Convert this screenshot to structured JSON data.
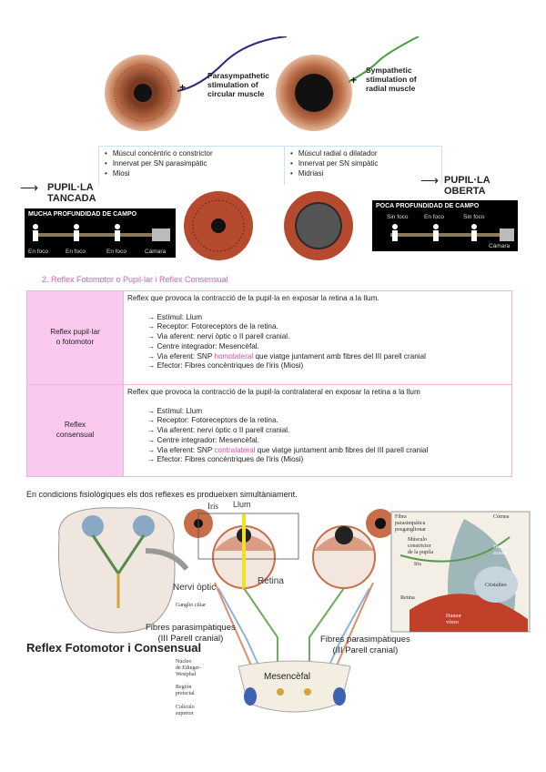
{
  "top": {
    "parasym_label": [
      "Parasympathetic",
      "stimulation of",
      "circular muscle"
    ],
    "sym_label": [
      "Sympathetic",
      "stimulation of",
      "radial muscle"
    ],
    "left_box": [
      "Múscul concèntric o constrictor",
      "Innervat per SN parasimpàtic",
      "Miosi"
    ],
    "right_box": [
      "Múscul radial o dilatador",
      "Innervat per SN simpàtic",
      "Midriasi"
    ]
  },
  "pupils": {
    "closed": [
      "PUPIL·LA",
      "TANCADA"
    ],
    "open": [
      "PUPIL·LA",
      "OBERTA"
    ],
    "closed_dof": {
      "title": "MUCHA PROFUNDIDAD DE CAMPO",
      "labels": [
        "En foco",
        "En foco",
        "En foco",
        "Cámara"
      ]
    },
    "open_dof": {
      "title": "POCA PROFUNDIDAD DE CAMPO",
      "labels": [
        "Sin foco",
        "En foco",
        "Sin foco",
        "Cámara"
      ]
    }
  },
  "section": {
    "title": "2.   Reflex Fotomotor o Pupil·lar i Reflex Consensual"
  },
  "table": {
    "row1": {
      "name": [
        "Reflex pupil·lar",
        "o fotomotor"
      ],
      "intro": "Reflex que provoca la contracció de la pupil·la en exposar la retina a la llum.",
      "items": [
        "→ Estímul: Llum",
        "→ Receptor: Fotoreceptors de la retina.",
        "→ Via aferent: nervi òptic o II parell cranial.",
        "→ Centre integrador: Mesencèfal."
      ],
      "via_pre": "→ Via eferent: SNP ",
      "via_hl": "homolateral",
      "via_post": " que viatge juntament amb fibres del III parell cranial",
      "last": "→ Efector: Fibres concèntriques de l'iris (Miosi)"
    },
    "row2": {
      "name": [
        "Reflex",
        "consensual"
      ],
      "intro": "Reflex que provoca la contracció de la pupil·la contralateral en exposar la retina a la llum",
      "items": [
        "→ Estímul: Llum",
        "→ Receptor: Fotoreceptors de la retina.",
        "→ Via aferent: nervi òptic o II parell cranial.",
        "→ Centre integrador: Mesencèfal."
      ],
      "via_pre": "→ Via eferent: SNP ",
      "via_hl": "contralateral",
      "via_post": " que viatge juntament amb fibres del III parell cranial",
      "last": "→ Efector: Fibres concèntriques de l'iris (Miosi)"
    }
  },
  "bottom": {
    "caption": "En condicions fisiològiques els dos reflexes es produeixen simultàniament.",
    "iris": "Iris",
    "llum": "Llum",
    "nervi": "Nervi òptic",
    "retina": "Retina",
    "ganglio": "Ganglio ciliar",
    "fibres_left": [
      "Fibres parasimpàtiques",
      "(III Parell cranial)"
    ],
    "fibres_right": [
      "Fibres parasimpàtiques",
      "(III Parell cranial)"
    ],
    "title": "Reflex Fotomotor i Consensual",
    "mesencefal": "Mesencèfal",
    "nucleo": [
      "Núcleo",
      "de Edinger-",
      "Westphal"
    ],
    "region": [
      "Región",
      "pretectal"
    ],
    "coliculo": [
      "Colículo",
      "superior"
    ],
    "inset": {
      "fibra": [
        "Fibra",
        "parasimpática",
        "posganglionar"
      ],
      "cornea": "Córnea",
      "musculo": [
        "Músculo",
        "constrictor",
        "de la pupila"
      ],
      "humor_acuoso": [
        "Humor",
        "acuoso"
      ],
      "iris": "Iris",
      "retina": "Retina",
      "cristalino": "Cristalino",
      "humor_vitreo": [
        "Humor",
        "vítreo"
      ]
    }
  },
  "colors": {
    "pink_cell": "#fbc9ee",
    "border": "#f2b2df",
    "section": "#e05ab4",
    "highlight": "#e8479f"
  }
}
